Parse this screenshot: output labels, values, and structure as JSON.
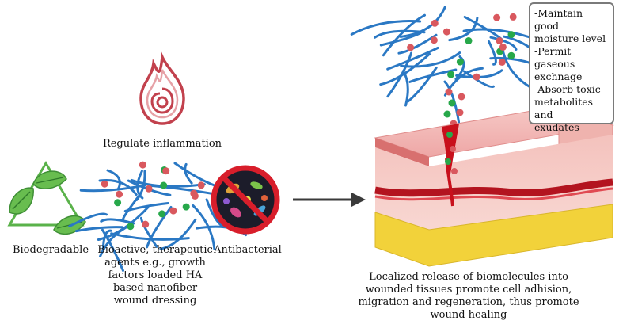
{
  "labels": {
    "inflammation": "Regulate inflammation",
    "biodegradable": "Biodegradable",
    "antibacterial": "Antibacterial",
    "dressing_lines": [
      "Bioactive, therapeutic",
      "agents e.g., growth",
      "factors loaded HA",
      "based nanofiber",
      "wound dressing"
    ]
  },
  "properties": [
    "-Maintain good",
    "moisture level",
    "-Permit gaseous",
    "exchnage",
    "-Absorb toxic",
    "metabolites and",
    "exudates"
  ],
  "caption_lines": [
    "Localized release of biomolecules into",
    "wounded tissues promote cell adhision,",
    "migration and regeneration, thus promote",
    "wound healing"
  ],
  "colors": {
    "fiber": "#2a78c4",
    "particle_red": "#d9585e",
    "particle_green": "#27a84a",
    "leaf": "#5ab24a",
    "flame": "#c2414d",
    "ban": "#d81e2b",
    "arrow": "#3a3a3a",
    "skin": "#f3b8b6",
    "fat": "#f2d23a"
  },
  "icons": {
    "flame": "flame-icon",
    "recycle": "recycle-leaves-icon",
    "antibacterial": "no-bacteria-icon",
    "arrow": "arrow-right-icon"
  }
}
